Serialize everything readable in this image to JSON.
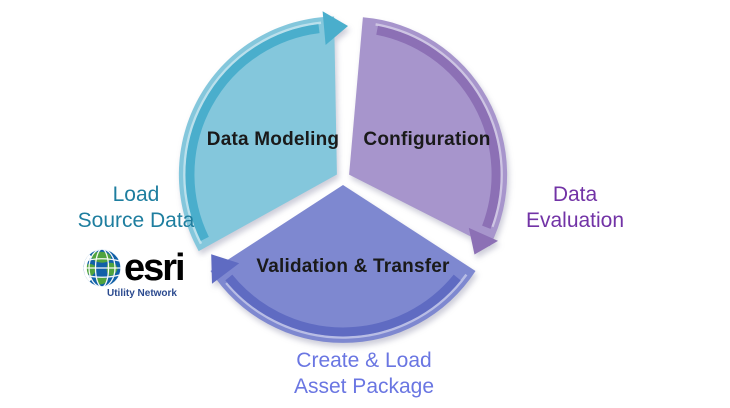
{
  "colors": {
    "background": "#ffffff",
    "teal_fill": "#84C7DC",
    "teal_band": "#4AAECC",
    "purple_fill": "#A795CC",
    "purple_band": "#8C70B5",
    "blue_fill": "#7E88D0",
    "blue_band": "#5F6BC2",
    "teal_label": "#1E7E9F",
    "purple_label": "#7233A6",
    "blue_label": "#6A76E2",
    "segment_text": "#1a1a1a",
    "esri_globe_blue": "#1060A8",
    "esri_globe_green": "#4FA33E",
    "esri_wordmark": "#000000",
    "esri_subtitle": "#2B4A8F"
  },
  "cycle": {
    "type": "circular-process",
    "direction": "clockwise",
    "segments": [
      {
        "id": "data-modeling",
        "label": "Data Modeling",
        "position": "top-left"
      },
      {
        "id": "configuration",
        "label": "Configuration",
        "position": "right"
      },
      {
        "id": "validation-transfer",
        "label": "Validation & Transfer",
        "position": "bottom"
      }
    ],
    "outer_labels": [
      {
        "segment": "data-modeling",
        "line1": "Load",
        "line2": "Source Data"
      },
      {
        "segment": "configuration",
        "line1": "Data",
        "line2": "Evaluation"
      },
      {
        "segment": "validation-transfer",
        "line1": "Create & Load",
        "line2": "Asset Package"
      }
    ]
  },
  "logo": {
    "brand": "esri",
    "subtitle": "Utility Network"
  }
}
